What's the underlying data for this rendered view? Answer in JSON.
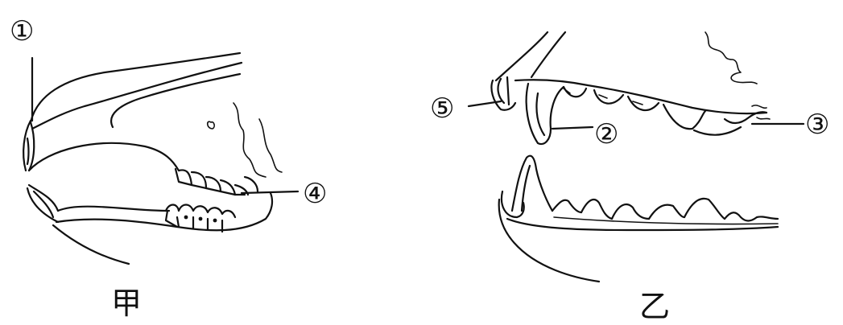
{
  "figure_a": {
    "caption": "甲",
    "labels": {
      "l1": "①",
      "l4": "④"
    }
  },
  "figure_b": {
    "caption": "乙",
    "labels": {
      "l5": "⑤",
      "l2": "②",
      "l3": "③"
    }
  }
}
